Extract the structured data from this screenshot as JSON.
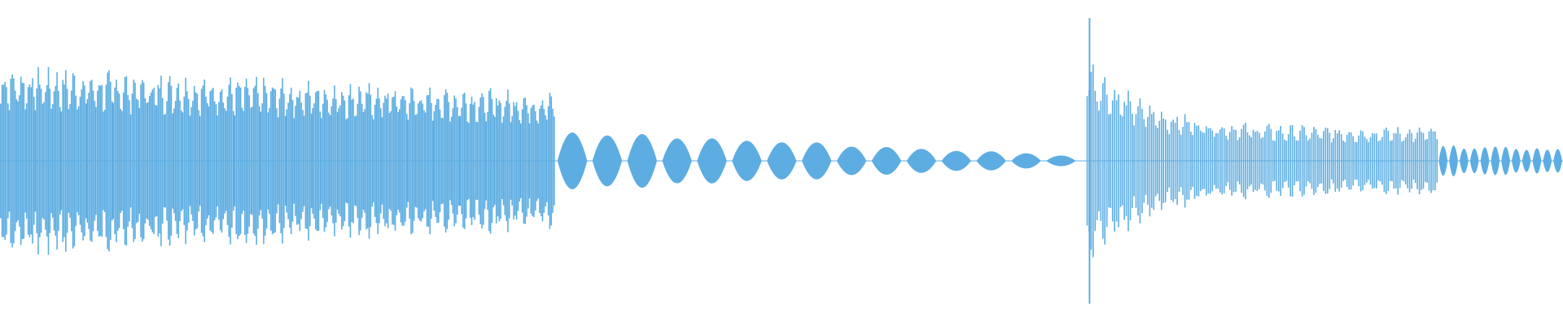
{
  "waveform": {
    "color": "#5dade2",
    "background": "#ffffff",
    "segments": [
      {
        "name": "segment-dense-burst",
        "shape": "dense-noisy",
        "amplitude_start": 0.62,
        "amplitude_end": 0.45,
        "pulse_count": 64,
        "start_fraction": 0.0,
        "end_fraction": 0.355
      },
      {
        "name": "segment-tail-pulses",
        "shape": "diamond-pulses",
        "amplitude_start": 0.2,
        "amplitude_end": 0.04,
        "pulse_count": 15,
        "start_fraction": 0.355,
        "end_fraction": 0.69
      },
      {
        "name": "segment-second-burst",
        "shape": "dense-noisy",
        "amplitude_start": 0.95,
        "amplitude_end": 0.22,
        "pulse_count": 30,
        "start_fraction": 0.695,
        "end_fraction": 0.92
      },
      {
        "name": "segment-second-tail",
        "shape": "diamond-pulses",
        "amplitude_start": 0.1,
        "amplitude_end": 0.08,
        "pulse_count": 12,
        "start_fraction": 0.92,
        "end_fraction": 1.0
      }
    ]
  }
}
